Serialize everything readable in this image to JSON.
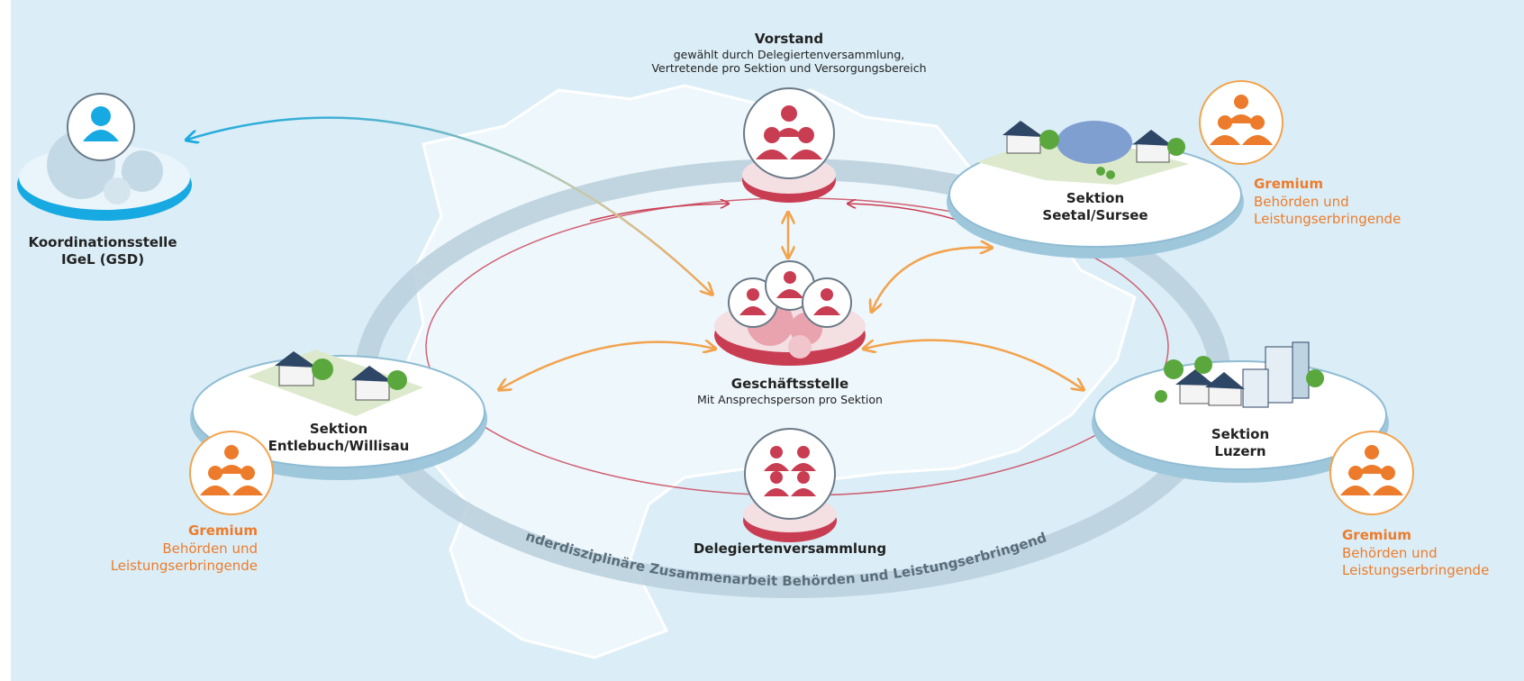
{
  "vorstand": {
    "title": "Vorstand",
    "line1": "gewählt durch Delegiertenversammlung,",
    "line2": "Vertretende pro Sektion und Versorgungsbereich"
  },
  "koordination": {
    "line1": "Koordinationsstelle",
    "line2": "IGeL (GSD)"
  },
  "geschaeftsstelle": {
    "title": "Geschäftsstelle",
    "subtitle": "Mit Ansprechsperson pro Sektion"
  },
  "delegierten": {
    "title": "Delegiertenversammlung"
  },
  "sektion_seetal": {
    "line1": "Sektion",
    "line2": "Seetal/Sursee"
  },
  "sektion_entlebuch": {
    "line1": "Sektion",
    "line2": "Entlebuch/Willisau"
  },
  "sektion_luzern": {
    "line1": "Sektion",
    "line2": "Luzern"
  },
  "gremium_seetal": {
    "title": "Gremium",
    "line1": "Behörden und",
    "line2": "Leistungserbringende"
  },
  "gremium_entlebuch": {
    "title": "Gremium",
    "line1": "Behörden und",
    "line2": "Leistungserbringende"
  },
  "gremium_luzern": {
    "title": "Gremium",
    "line1": "Behörden und",
    "line2": "Leistungserbringende"
  },
  "ring_text": "Inderdisziplinäre Zusammenarbeit Behörden und Leistungserbringende",
  "colors": {
    "background": "#dbeef7",
    "red": "#c93d52",
    "orange": "#ec7c2c",
    "blue": "#17a9e1",
    "ring": "#b9cfdc"
  }
}
